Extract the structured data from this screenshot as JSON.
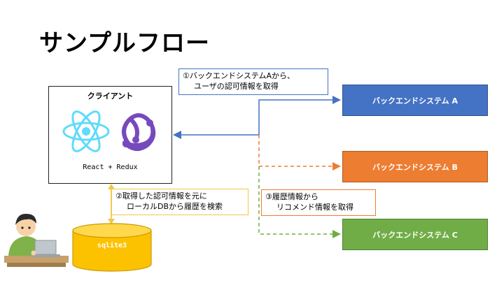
{
  "title": "サンプルフロー",
  "client": {
    "title": "クライアント",
    "subtitle": "React + Redux"
  },
  "notes": {
    "step1": {
      "line1": "①バックエンドシステムAから、",
      "line2": "ユーザの認可情報を取得"
    },
    "step2": {
      "line1": "②取得した認可情報を元に",
      "line2": "ローカルDBから履歴を検索"
    },
    "step3": {
      "line1": "③履歴情報から",
      "line2": "リコメンド情報を取得"
    }
  },
  "backends": {
    "a": "バックエンドシステム A",
    "b": "バックエンドシステム B",
    "c": "バックエンドシステム C"
  },
  "database": {
    "label": "sqlite3"
  },
  "colors": {
    "blue": "#4472c4",
    "orange": "#ed7d31",
    "green": "#70ad47",
    "yellow": "#f2c744",
    "react": "#61dafb",
    "redux": "#764abc"
  }
}
